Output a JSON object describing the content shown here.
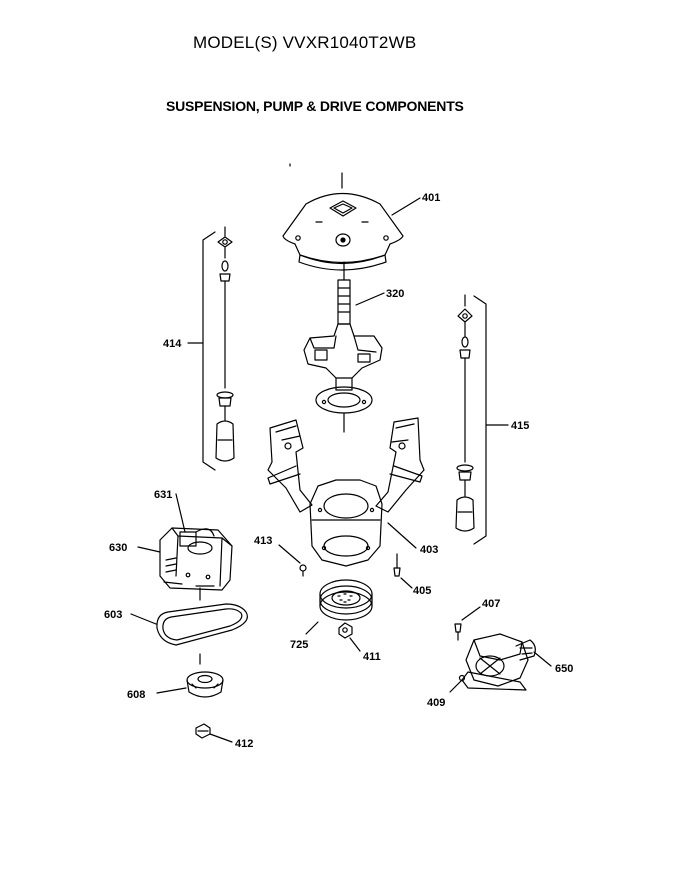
{
  "header": {
    "model": "MODEL(S) VVXR1040T2WB",
    "section": "SUSPENSION, PUMP & DRIVE COMPONENTS"
  },
  "parts": {
    "p401": "401",
    "p320": "320",
    "p414": "414",
    "p415": "415",
    "p631": "631",
    "p630": "630",
    "p413": "413",
    "p403": "403",
    "p405": "405",
    "p407": "407",
    "p603": "603",
    "p725": "725",
    "p411": "411",
    "p650": "650",
    "p608": "608",
    "p409": "409",
    "p412": "412"
  }
}
